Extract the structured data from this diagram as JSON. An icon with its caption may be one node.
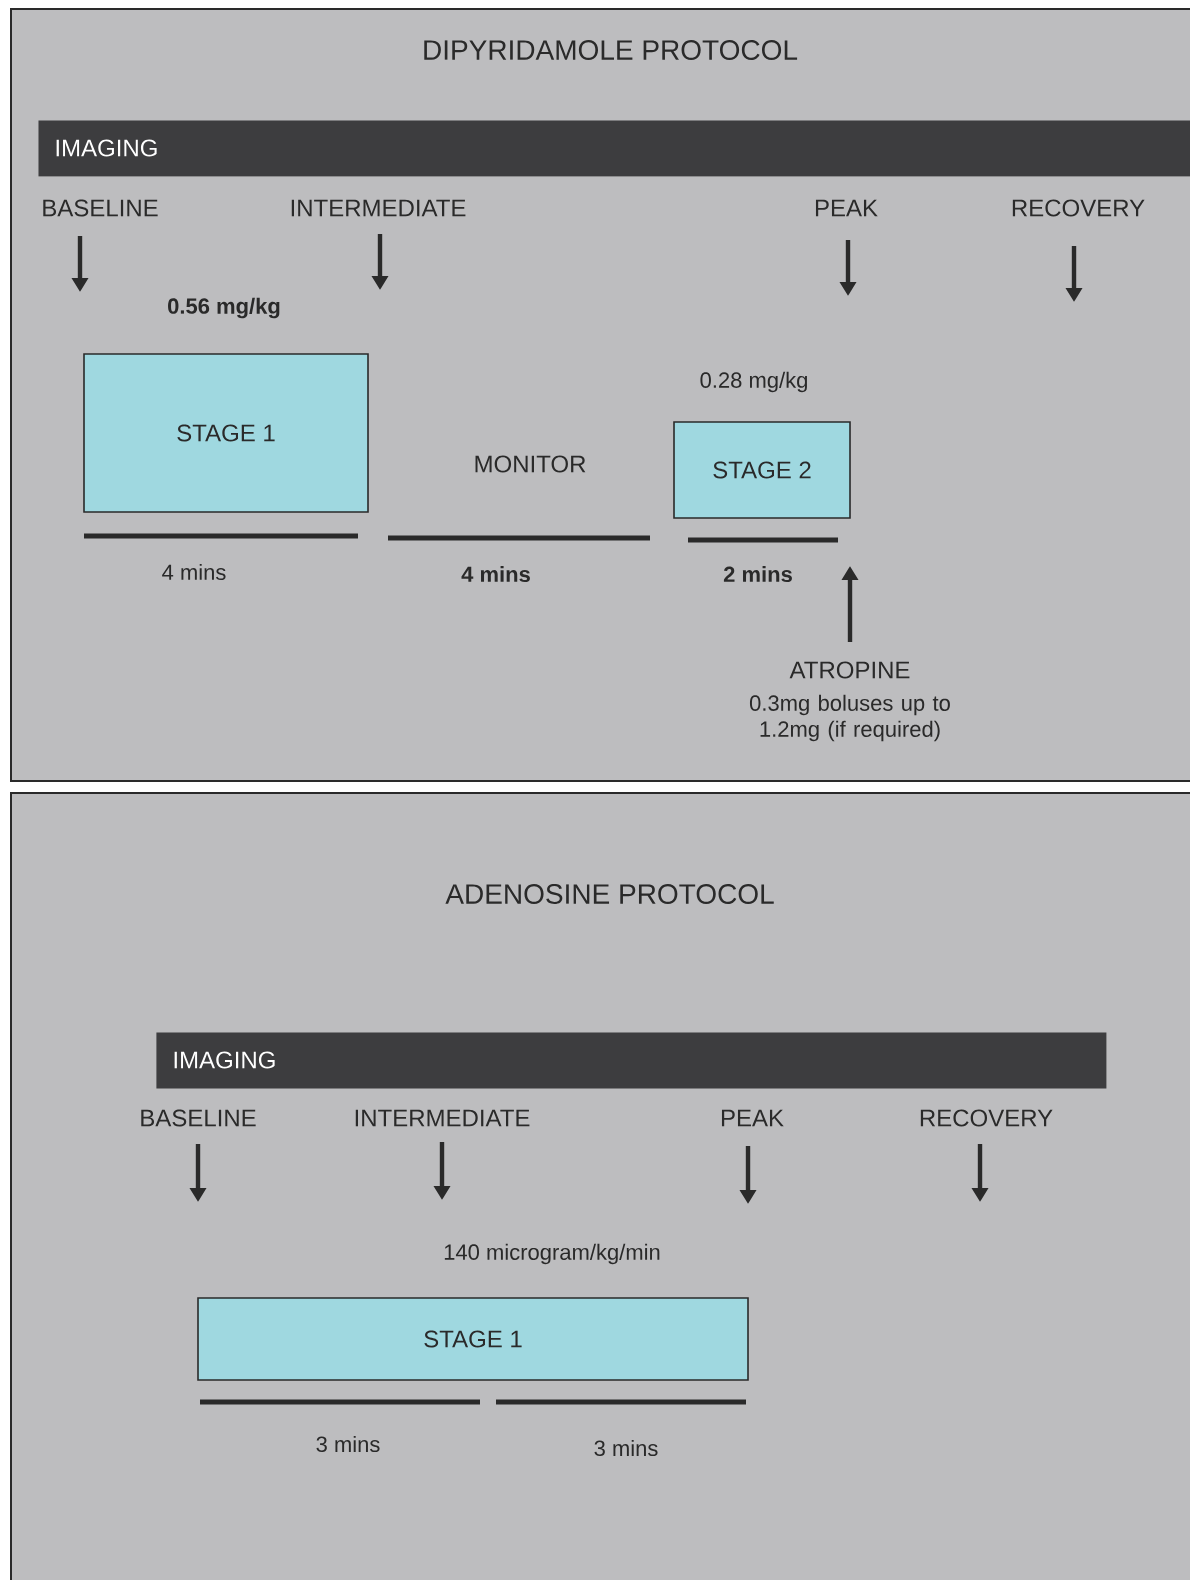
{
  "diagram": {
    "nodes": [
      {
        "text": [
          "DIPYRIDAMOLE PROTOCOL"
        ]
      },
      {
        "text": [
          "IMAGING"
        ],
        "in": 0
      },
      {
        "text": [
          "STAGE 1"
        ],
        "in": 0,
        "beside": [
          "0.56 mg/kg"
        ]
      },
      {
        "text": [
          "STAGE 2"
        ],
        "in": 0,
        "beside": [
          "0.28 mg/kg"
        ]
      },
      {
        "text": [
          "ADENOSINE PROTOCOL"
        ]
      },
      {
        "text": [
          "IMAGING"
        ],
        "in": 4
      },
      {
        "text": [
          "STAGE 1"
        ],
        "in": 4,
        "beside": [
          "140 microgram/kg/min"
        ]
      }
    ],
    "labels": [
      "BASELINE",
      "INTERMEDIATE",
      "PEAK",
      "RECOVERY",
      "MONITOR",
      "4 mins",
      "4 mins",
      "2 mins",
      "ATROPINE",
      "0.3mg boluses up to 1.2mg (if required)",
      "BASELINE",
      "INTERMEDIATE",
      "PEAK",
      "RECOVERY",
      "3 mins",
      "3 mins"
    ]
  }
}
